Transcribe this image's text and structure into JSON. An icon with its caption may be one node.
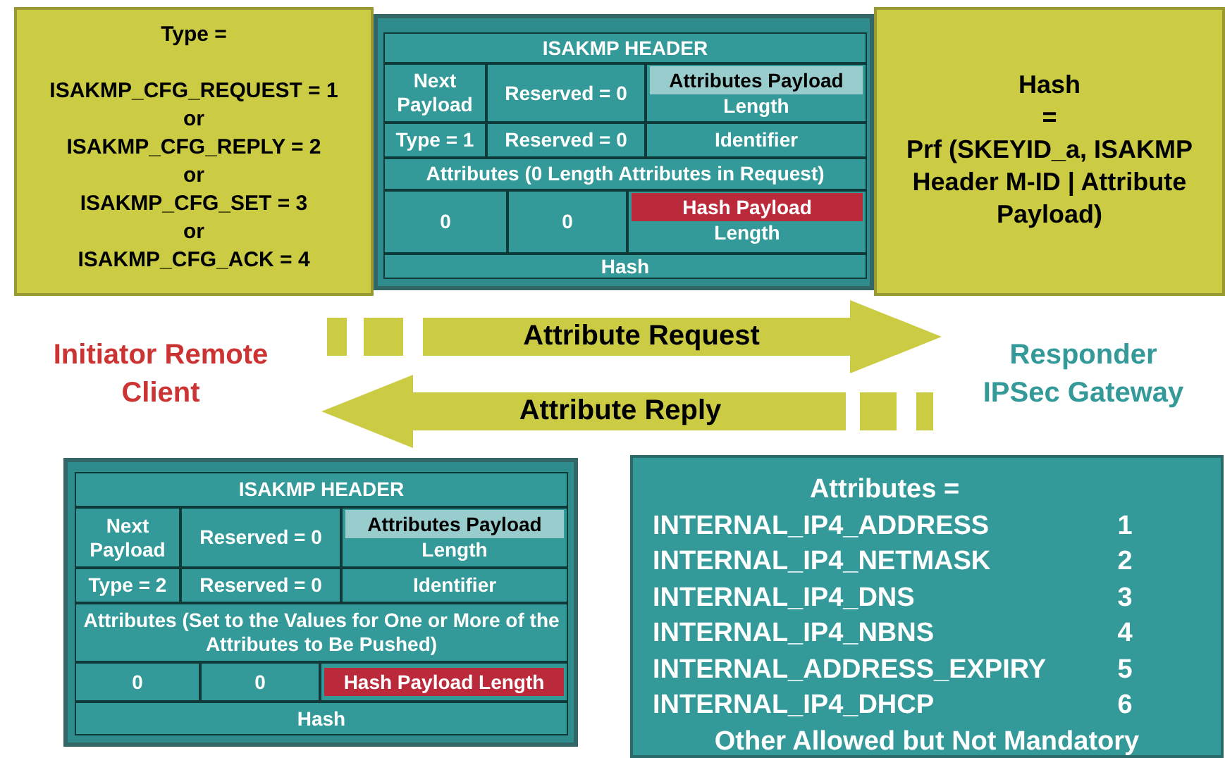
{
  "diagram": {
    "nodes": [
      {
        "text": [
          "Type =",
          "ISAKMP_CFG_REQUEST = 1",
          "or",
          "ISAKMP_CFG_REPLY = 2",
          "or",
          "ISAKMP_CFG_SET = 3",
          "or",
          "ISAKMP_CFG_ACK = 4"
        ]
      },
      {
        "text": [],
        "shape": "box"
      },
      {
        "text": [
          "ISAKMP HEADER"
        ],
        "in": 1
      },
      {
        "text": [
          "Next Payload"
        ],
        "in": 1
      },
      {
        "text": [
          "Reserved = 0"
        ],
        "in": 1
      },
      {
        "text": [
          "Attributes Payload",
          "Length"
        ],
        "in": 1
      },
      {
        "text": [
          "Type = 1"
        ],
        "in": 1
      },
      {
        "text": [
          "Reserved = 0"
        ],
        "in": 1
      },
      {
        "text": [
          "Identifier"
        ],
        "in": 1
      },
      {
        "text": [
          "Attributes (0 Length Attributes in Request)"
        ],
        "in": 1
      },
      {
        "text": [
          "0"
        ],
        "in": 1
      },
      {
        "text": [
          "0"
        ],
        "in": 1
      },
      {
        "text": [
          "Hash Payload",
          "Length"
        ],
        "in": 1
      },
      {
        "text": [
          "Hash"
        ],
        "in": 1
      },
      {
        "text": [
          "Hash",
          "=",
          "Prf (SKEYID_a, ISAKMP Header M-ID | Attribute Payload)"
        ]
      },
      {
        "text": [
          "Initiator Remote Client"
        ]
      },
      {
        "text": [
          "Responder IPSec Gateway"
        ]
      },
      {
        "text": [],
        "shape": "box"
      },
      {
        "text": [
          "ISAKMP HEADER"
        ],
        "in": 17
      },
      {
        "text": [
          "Next Payload"
        ],
        "in": 17
      },
      {
        "text": [
          "Reserved = 0"
        ],
        "in": 17
      },
      {
        "text": [
          "Attributes Payload",
          "Length"
        ],
        "in": 17
      },
      {
        "text": [
          "Type = 2"
        ],
        "in": 17
      },
      {
        "text": [
          "Reserved = 0"
        ],
        "in": 17
      },
      {
        "text": [
          "Identifier"
        ],
        "in": 17
      },
      {
        "text": [
          "Attributes (Set to the Values for One or More of the Attributes to Be Pushed)"
        ],
        "in": 17
      },
      {
        "text": [
          "0"
        ],
        "in": 17
      },
      {
        "text": [
          "0"
        ],
        "in": 17
      },
      {
        "text": [
          "Hash Payload Length"
        ],
        "in": 17
      },
      {
        "text": [
          "Hash"
        ],
        "in": 17
      },
      {
        "text": [
          "Attributes =",
          "INTERNAL_IP4_ADDRESS",
          "1",
          "INTERNAL_IP4_NETMASK",
          "2",
          "INTERNAL_IP4_DNS",
          "3",
          "INTERNAL_IP4_NBNS",
          "4",
          "INTERNAL_ADDRESS_EXPIRY",
          "5",
          "INTERNAL_IP4_DHCP",
          "6",
          "Other Allowed but Not Mandatory"
        ]
      }
    ],
    "edges": [
      {
        "from": 15,
        "to": 16,
        "arrow": "to",
        "label": "Attribute Request"
      },
      {
        "from": 16,
        "to": 15,
        "arrow": "to",
        "label": "Attribute Reply"
      }
    ]
  }
}
